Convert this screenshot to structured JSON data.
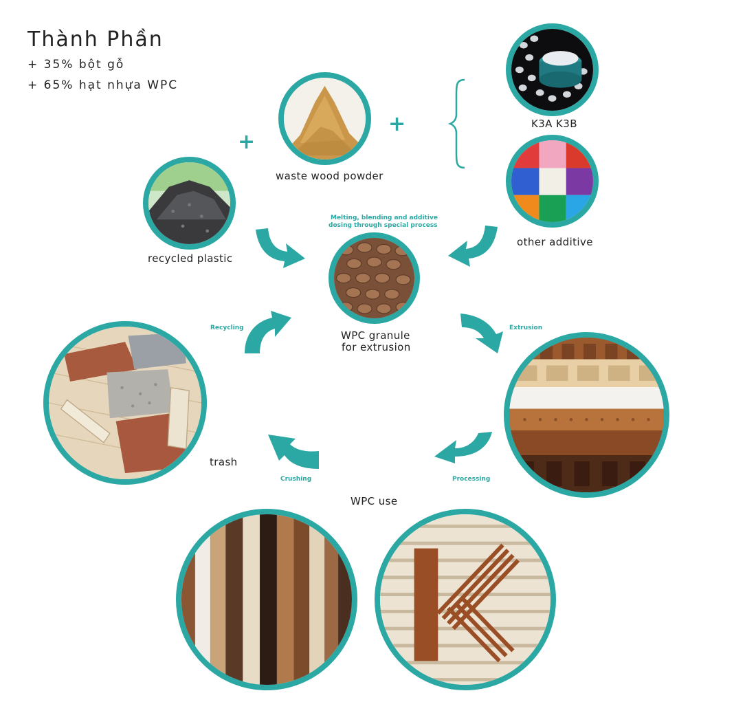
{
  "heading": {
    "title": "Thành Phần",
    "line1": "+ 35% bột gỗ",
    "line2": "+ 65% hạt nhựa WPC"
  },
  "ingredients": {
    "wood": "waste wood powder",
    "resin": "K3A K3B",
    "additive": "other additive",
    "recycled": "recycled plastic"
  },
  "center": {
    "process_line1": "Melting, blending and additive",
    "process_line2": "dosing through special process",
    "granule_line1": "WPC granule",
    "granule_line2": "for extrusion"
  },
  "cycle": {
    "recycling": "Recycling",
    "extrusion": "Extrusion",
    "processing": "Processing",
    "crushing": "Crushing",
    "trash": "trash",
    "use": "WPC use"
  },
  "symbols": {
    "plus": "+"
  },
  "colors": {
    "accent": "#2ba8a3",
    "text": "#222222"
  }
}
